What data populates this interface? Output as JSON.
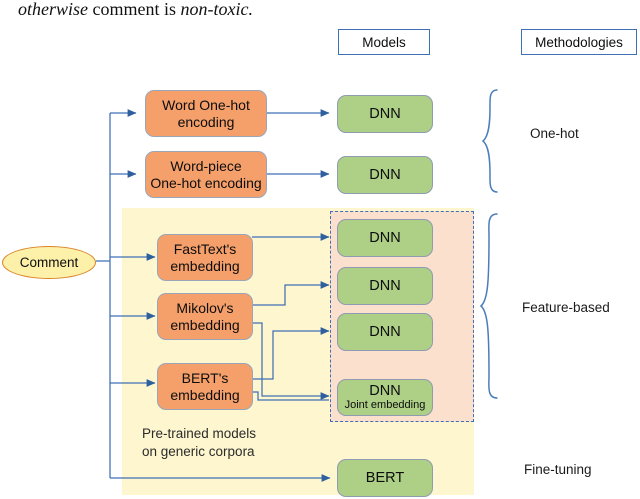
{
  "caption": {
    "prefix_italic": "otherwise",
    "mid": " comment is ",
    "suffix_italic": "non-toxic."
  },
  "headers": [
    {
      "name": "models",
      "label": "Models"
    },
    {
      "name": "methodologies",
      "label": "Methodologies"
    }
  ],
  "input_node": {
    "label": "Comment",
    "fill": "#fdf0a8",
    "stroke": "#d98327"
  },
  "panels": {
    "pretrained": {
      "label_line1": "Pre-trained models",
      "label_line2": "on generic corpora",
      "fill": "#fdf6cf"
    },
    "joint": {
      "fill": "#fbe0cd",
      "border": "#3f6fb5"
    }
  },
  "representations": [
    {
      "id": "word-one-hot",
      "line1": "Word One-hot",
      "line2": "encoding"
    },
    {
      "id": "word-piece-one-hot",
      "line1": "Word-piece",
      "line2": "One-hot encoding"
    },
    {
      "id": "fasttext",
      "line1": "FastText's",
      "line2": "embedding"
    },
    {
      "id": "mikolov",
      "line1": "Mikolov's",
      "line2": "embedding"
    },
    {
      "id": "bert-embedding",
      "line1": "BERT's",
      "line2": "embedding"
    }
  ],
  "models": [
    {
      "id": "dnn-1",
      "label": "DNN",
      "sub": ""
    },
    {
      "id": "dnn-2",
      "label": "DNN",
      "sub": ""
    },
    {
      "id": "dnn-3",
      "label": "DNN",
      "sub": ""
    },
    {
      "id": "dnn-4",
      "label": "DNN",
      "sub": ""
    },
    {
      "id": "dnn-5",
      "label": "DNN",
      "sub": ""
    },
    {
      "id": "dnn-joint",
      "label": "DNN",
      "sub": "Joint embedding"
    },
    {
      "id": "bert-model",
      "label": "BERT",
      "sub": ""
    }
  ],
  "methodologies": [
    {
      "id": "one-hot",
      "label": "One-hot"
    },
    {
      "id": "feature-based",
      "label": "Feature-based"
    },
    {
      "id": "fine-tuning",
      "label": "Fine-tuning"
    }
  ],
  "colors": {
    "orange_fill": "#f5a06a",
    "green_fill": "#adcf86",
    "arrow_blue": "#2e5f9e",
    "brace_blue": "#4a7ebb",
    "panel_yellow": "#fdf6cf",
    "panel_peach": "#fbe0cd"
  }
}
